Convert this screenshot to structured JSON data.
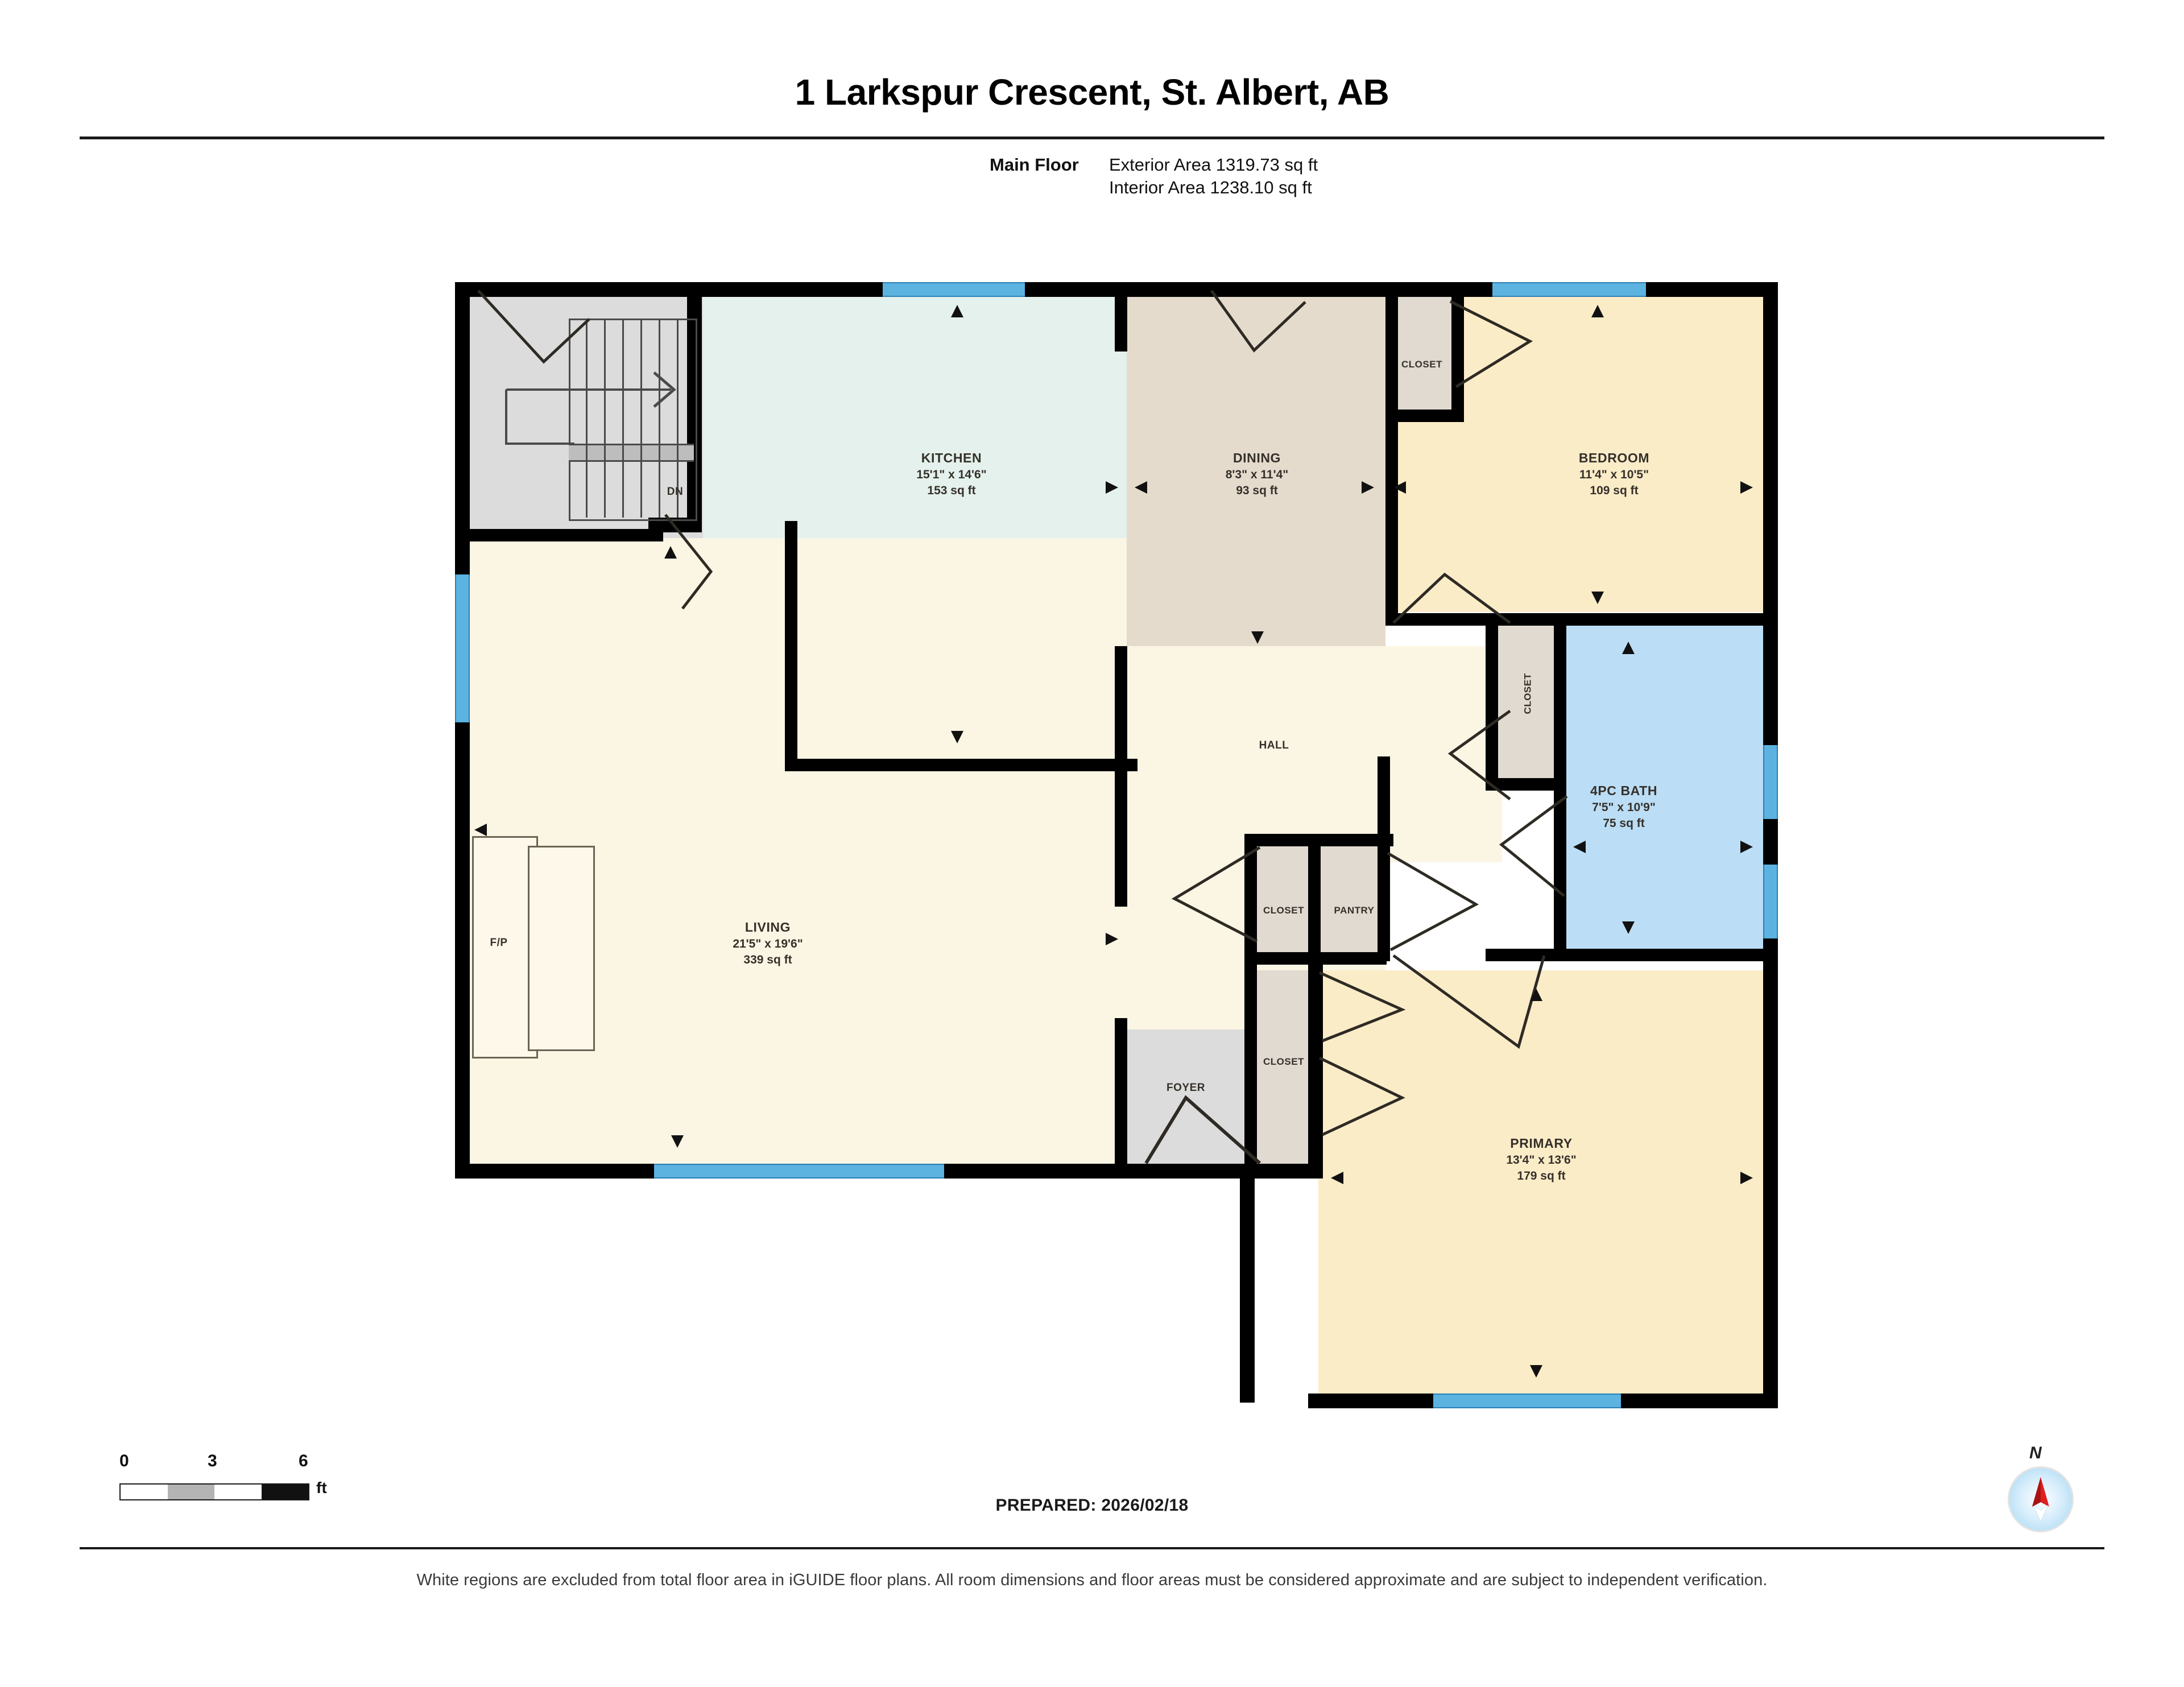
{
  "header": {
    "title": "1 Larkspur Crescent, St. Albert, AB",
    "floor_label": "Main Floor",
    "exterior_area": "Exterior Area 1319.73 sq ft",
    "interior_area": "Interior Area 1238.10 sq ft"
  },
  "rooms": {
    "kitchen": {
      "name": "KITCHEN",
      "dim": "15'1\" x 14'6\"",
      "area": "153 sq ft"
    },
    "dining": {
      "name": "DINING",
      "dim": "8'3\" x 11'4\"",
      "area": "93 sq ft"
    },
    "bedroom": {
      "name": "BEDROOM",
      "dim": "11'4\" x 10'5\"",
      "area": "109 sq ft"
    },
    "bath": {
      "name": "4PC BATH",
      "dim": "7'5\" x 10'9\"",
      "area": "75 sq ft"
    },
    "primary": {
      "name": "PRIMARY",
      "dim": "13'4\" x 13'6\"",
      "area": "179 sq ft"
    },
    "living": {
      "name": "LIVING",
      "dim": "21'5\" x 19'6\"",
      "area": "339 sq ft"
    },
    "hall": {
      "name": "HALL"
    },
    "foyer": {
      "name": "FOYER"
    },
    "closet_bedroom": {
      "name": "CLOSET"
    },
    "closet_bath": {
      "name": "CLOSET"
    },
    "closet_hall": {
      "name": "CLOSET"
    },
    "pantry": {
      "name": "PANTRY"
    },
    "closet_foyer": {
      "name": "CLOSET"
    }
  },
  "annotations": {
    "stairs_down": "DN",
    "fireplace": "F/P"
  },
  "footer": {
    "scale_0": "0",
    "scale_3": "3",
    "scale_6": "6",
    "scale_unit": "ft",
    "prepared": "PREPARED: 2026/02/18",
    "compass_north": "N",
    "disclaimer": "White regions are excluded from total floor area in iGUIDE floor plans. All room dimensions and floor areas must be considered approximate and are subject to independent verification."
  },
  "colors": {
    "kitchen": "#e4f1ec",
    "dining": "#e5dbcd",
    "living": "#fbf5e3",
    "bedroom": "#fbecc8",
    "bath": "#bbdef6",
    "closet": "#e0dad0",
    "gray": "#dcdcdc",
    "window": "#5cb3e0",
    "wall": "#000000"
  },
  "chart_data": {
    "type": "table",
    "title": "1 Larkspur Crescent, St. Albert, AB — Main Floor",
    "categories": [
      "KITCHEN",
      "DINING",
      "BEDROOM",
      "4PC BATH",
      "PRIMARY",
      "LIVING"
    ],
    "values": [
      153,
      93,
      109,
      75,
      179,
      339
    ],
    "ylabel": "Area (sq ft)"
  }
}
